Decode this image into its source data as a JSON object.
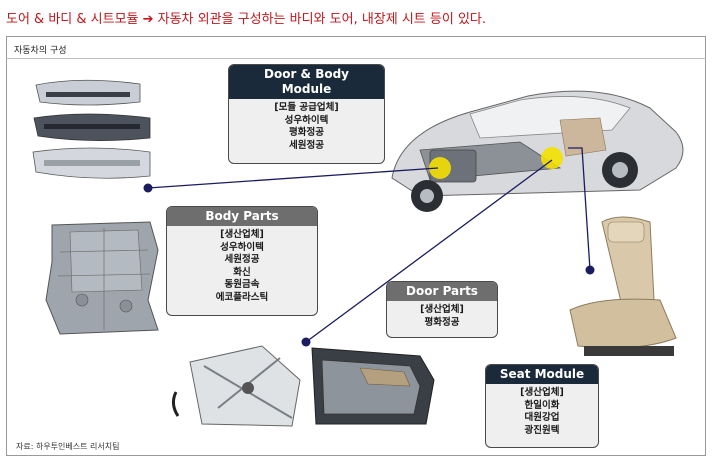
{
  "headline": "도어 & 바디 & 시트모듈 ➔ 자동차 외관을 구성하는 바디와 도어, 내장제 시트 등이 있다.",
  "frame_title": "자동차의 구성",
  "source": "자료: 하우투인베스트 리서치팀",
  "callouts": {
    "door_body_module": {
      "title_line1": "Door & Body",
      "title_line2": "Module",
      "lines": [
        "[모듈 공급업체]",
        "성우하이텍",
        "평화정공",
        "세원정공"
      ]
    },
    "body_parts": {
      "title": "Body Parts",
      "lines": [
        "[생산업체]",
        "성우하이텍",
        "세원정공",
        "화신",
        "동원금속",
        "에코플라스틱"
      ]
    },
    "door_parts": {
      "title": "Door Parts",
      "lines": [
        "[생산업체]",
        "평화정공"
      ]
    },
    "seat_module": {
      "title": "Seat Module",
      "lines": [
        "[생산업체]",
        "한일이화",
        "대원강업",
        "광진원텍"
      ]
    }
  },
  "colors": {
    "headline": "#c0161b",
    "callout_header_dark": "#1b2a3a",
    "callout_header_gray": "#6e6e6e",
    "callout_body": "#efefef",
    "connector": "#1b1b60"
  }
}
